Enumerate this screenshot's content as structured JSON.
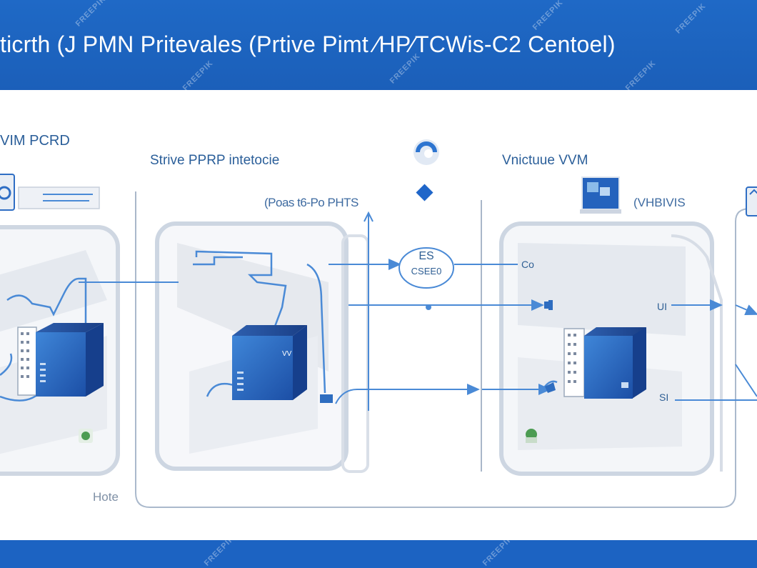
{
  "header": {
    "title": "ticrth (J PMN Pritevales (Prtive Pimt ∕HP∕TCWis-C2 Centoel)"
  },
  "panels": {
    "left": {
      "title": "VIM PCRD"
    },
    "middle": {
      "title": "Strive PPRP intetocie",
      "caption": "(Poas t6-Po PHTS"
    },
    "right": {
      "title": "Vnictuue VVM",
      "caption": "(VHBIVIS"
    }
  },
  "hub": {
    "line1": "ES",
    "line2": "CSEE0"
  },
  "port_labels": {
    "right_top": "Co",
    "right_mid": "UI",
    "right_low": "SI",
    "bottom": "Hote"
  },
  "watermark": "FREEPIK",
  "colors": {
    "banner": "#1f69c6",
    "accent": "#2a6cc4",
    "line": "#4a8ad6",
    "panel_border": "#cdd6e2",
    "server": "#1d56b0"
  },
  "icons": [
    "globe-icon",
    "diamond-icon",
    "server-icon",
    "monitor-icon",
    "plug-icon",
    "leaf-badge-icon"
  ]
}
